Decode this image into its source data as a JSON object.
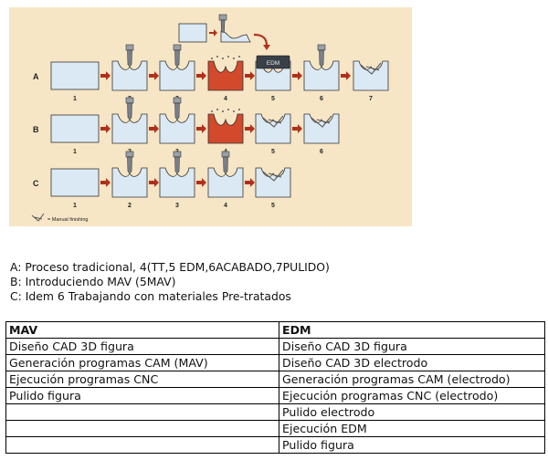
{
  "diagram": {
    "rows": [
      {
        "label": "A",
        "steps": [
          "1",
          "2",
          "3",
          "4",
          "5",
          "6",
          "7"
        ]
      },
      {
        "label": "B",
        "steps": [
          "1",
          "2",
          "3",
          "4",
          "5",
          "6"
        ]
      },
      {
        "label": "C",
        "steps": [
          "1",
          "2",
          "3",
          "4",
          "5"
        ]
      }
    ],
    "edm_label": "EDM",
    "legend": "= Manual finishing",
    "colors": {
      "background": "#f7e6c6",
      "block": "#dbe9f4",
      "arrow": "#b0301c",
      "hot": "#d24a2b",
      "tool": "#7a8089",
      "edm": "#3a4048"
    }
  },
  "notes": [
    "A: Proceso tradicional, 4(TT,5 EDM,6ACABADO,7PULIDO)",
    "B: Introduciendo MAV (5MAV)",
    "C: Idem 6 Trabajando con materiales Pre-tratados"
  ],
  "table": {
    "headers": [
      "MAV",
      "EDM"
    ],
    "rows": [
      [
        "Diseño CAD 3D figura",
        "Diseño CAD 3D figura"
      ],
      [
        "Generación programas CAM (MAV)",
        "Diseño CAD 3D electrodo"
      ],
      [
        "Ejecución programas CNC",
        "Generación programas CAM (electrodo)"
      ],
      [
        "Pulido figura",
        "Ejecución programas CNC (electrodo)"
      ],
      [
        "",
        "Pulido electrodo"
      ],
      [
        "",
        "Ejecución EDM"
      ],
      [
        "",
        "Pulido figura"
      ]
    ]
  }
}
